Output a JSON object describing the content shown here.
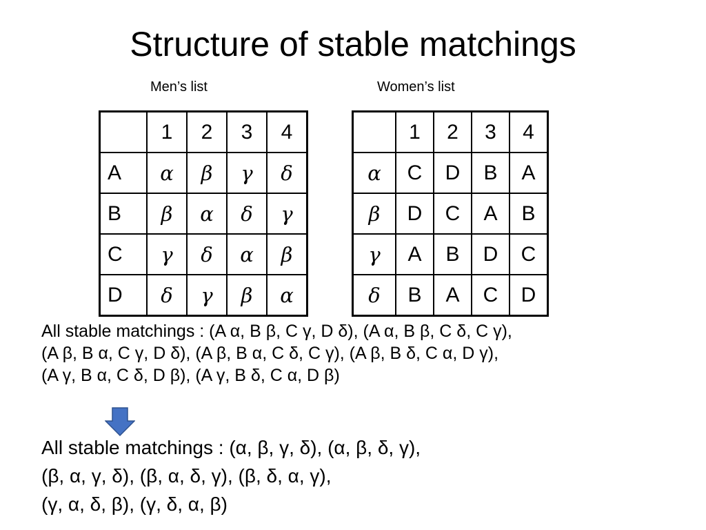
{
  "title": "Structure of stable matchings",
  "men_caption": "Men’s list",
  "women_caption": "Women’s  list",
  "men_table": {
    "header": [
      "",
      "1",
      "2",
      "3",
      "4"
    ],
    "rows": [
      [
        "A",
        "α",
        "β",
        "γ",
        "δ"
      ],
      [
        "B",
        "β",
        "α",
        "δ",
        "γ"
      ],
      [
        "C",
        "γ",
        "δ",
        "α",
        "β"
      ],
      [
        "D",
        "δ",
        "γ",
        "β",
        "α"
      ]
    ]
  },
  "women_table": {
    "header": [
      "",
      "1",
      "2",
      "3",
      "4"
    ],
    "rows": [
      [
        "α",
        "C",
        "D",
        "B",
        "A"
      ],
      [
        "β",
        "D",
        "C",
        "A",
        "B"
      ],
      [
        "γ",
        "A",
        "B",
        "D",
        "C"
      ],
      [
        "δ",
        "B",
        "A",
        "C",
        "D"
      ]
    ]
  },
  "matchings_block": [
    "All stable matchings : (A α, B β, C γ, D δ),  (A α, B β, C δ, C γ),",
    "(A β, B α, C γ, D δ), (A β, B α, C δ, C γ), (A β, B δ, C α, D γ),",
    "(A γ, B α, C δ, D β), (A γ, B δ, C α, D β)"
  ],
  "arrow_icon": "down-arrow-icon",
  "arrow_color": "#4472C4",
  "simplified_block": [
    "All stable matchings : (α, β, γ, δ),  (α, β, δ, γ),",
    "(β, α, γ, δ), (β, α, δ, γ), (β, δ, α, γ),",
    "(γ, α, δ, β), (γ, δ, α, β)"
  ]
}
